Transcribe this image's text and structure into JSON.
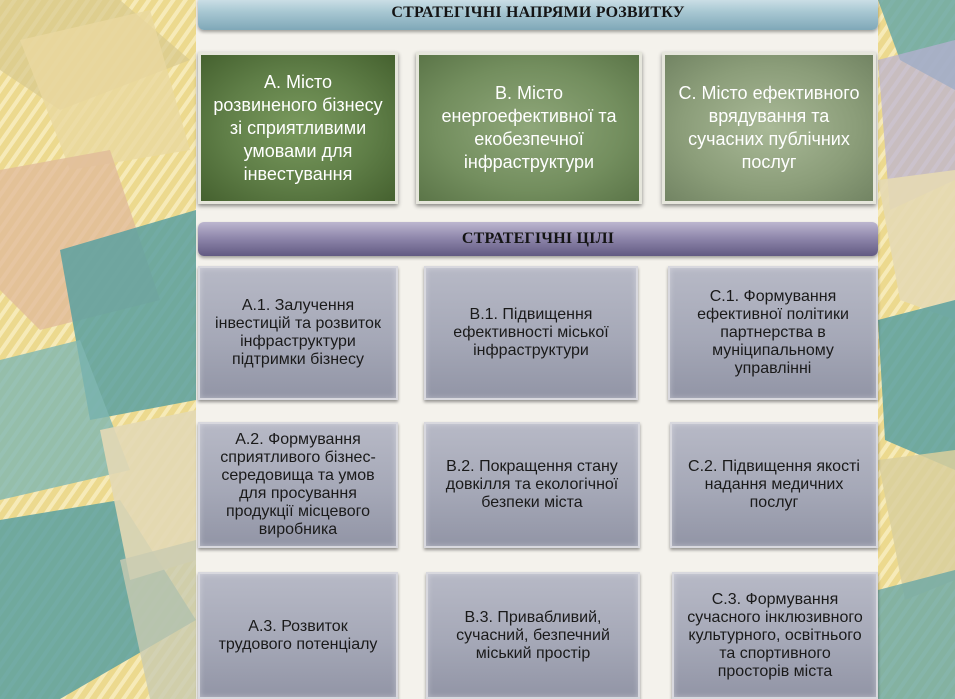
{
  "header": {
    "title": "СТРАТЕГІЧНІ НАПРЯМИ РОЗВИТКУ"
  },
  "directions": [
    {
      "label": "А. Місто\nрозвиненого бізнесу\nзі сприятливими\nумовами для\nінвестування"
    },
    {
      "label": "В. Місто\nенергоефективної та\nекобезпечної\nінфраструктури"
    },
    {
      "label": "С. Місто ефективного\nврядування та\nсучасних публічних\nпослуг"
    }
  ],
  "goals_header": {
    "title": "СТРАТЕГІЧНІ ЦІЛІ"
  },
  "goals": {
    "a1": "А.1. Залучення\nінвестицій та розвиток\nінфраструктури\nпідтримки бізнесу",
    "b1": "В.1. Підвищення\nефективності міської\nінфраструктури",
    "c1": "С.1. Формування\nефективної політики\nпартнерства в\nмуніципальному\nуправлінні",
    "a2": "А.2. Формування\nсприятливого бізнес-\nсередовища та умов\nдля просування\nпродукції місцевого\nвиробника",
    "b2": "В.2. Покращення стану\nдовкілля та  екологічної\nбезпеки міста",
    "c2": "С.2. Підвищення якості\nнадання медичних\nпослуг",
    "a3": "А.3. Розвиток\nтрудового потенціалу",
    "b3": "В.3. Привабливий,\nсучасний, безпечний\nміський простір",
    "c3": "С.3. Формування\nсучасного інклюзивного\nкультурного, освітнього\nта спортивного\nпросторів міста"
  },
  "colors": {
    "direction_a": "#5f7e47",
    "direction_b": "#738e5e",
    "direction_c": "#8b9d79",
    "goal_box": "#a5a8b7",
    "banner_top": "#a9c8d3",
    "banner_goals": "#8c84a9",
    "background_teal": "#5aa0a0",
    "background_yellow": "#e8d27a"
  }
}
